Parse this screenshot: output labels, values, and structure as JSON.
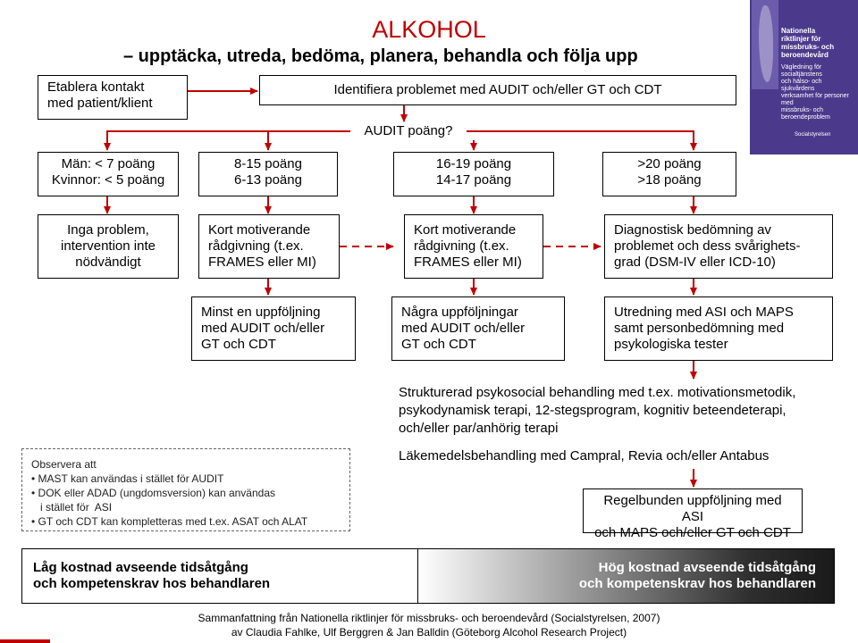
{
  "title": "ALKOHOL",
  "subtitle": "– upptäcka, utreda, bedöma, planera, behandla och följa upp",
  "logo": {
    "title_lines": [
      "Nationella",
      "riktlinjer för",
      "missbruks- och",
      "beroendevård"
    ],
    "sub_lines": [
      "Vägledning för socialtjänstens",
      "och hälso- och sjukvårdens",
      "verksamhet för personer med",
      "missbruks- och beroendeproblem"
    ],
    "publisher": "Socialstyrelsen"
  },
  "row1": {
    "contact": [
      "Etablera kontakt",
      "med patient/klient"
    ],
    "identify": "Identifiera problemet med AUDIT och/eller GT och CDT"
  },
  "audit_label": "AUDIT poäng?",
  "scores": {
    "a": [
      "Män: < 7 poäng",
      "Kvinnor: < 5 poäng"
    ],
    "b": [
      "8-15 poäng",
      "6-13 poäng"
    ],
    "c": [
      "16-19 poäng",
      "14-17 poäng"
    ],
    "d": [
      ">20 poäng",
      ">18 poäng"
    ]
  },
  "actions": {
    "a": [
      "Inga problem,",
      "intervention inte",
      "nödvändigt"
    ],
    "b": [
      "Kort motiverande",
      "rådgivning (t.ex.",
      "FRAMES eller MI)"
    ],
    "c": [
      "Kort motiverande",
      "rådgivning (t.ex.",
      "FRAMES eller MI)"
    ],
    "d": [
      "Diagnostisk bedömning av",
      "problemet och dess svårighets-",
      "grad (DSM-IV eller ICD-10)"
    ]
  },
  "followups": {
    "b": [
      "Minst en uppföljning",
      "med AUDIT och/eller",
      "GT och CDT"
    ],
    "c": [
      "Några uppföljningar",
      "med AUDIT och/eller",
      "GT och CDT"
    ],
    "d": [
      "Utredning med ASI och MAPS",
      "samt personbedömning med",
      "psykologiska tester"
    ]
  },
  "treatment": {
    "psychosocial": [
      "Strukturerad psykosocial behandling med t.ex. motivationsmetodik,",
      "psykodynamisk terapi, 12-stegsprogram, kognitiv beteendeterapi,",
      "och/eller par/anhörig terapi"
    ],
    "medication": "Läkemedelsbehandling med Campral, Revia och/eller Antabus",
    "regular_followup": [
      "Regelbunden uppföljning med ASI",
      "och MAPS och/eller GT och CDT"
    ]
  },
  "note": {
    "heading": "Observera att",
    "lines": [
      "• MAST kan användas i stället för AUDIT",
      "• DOK eller ADAD (ungdomsversion) kan användas",
      "   i stället för  ASI",
      "• GT och CDT kan kompletteras med t.ex. ASAT och ALAT"
    ]
  },
  "cost": {
    "low": [
      "Låg kostnad avseende tidsåtgång",
      "och kompetenskrav hos behandlaren"
    ],
    "high": [
      "Hög kostnad avseende tidsåtgång",
      "och kompetenskrav hos behandlaren"
    ]
  },
  "footer": [
    "Sammanfattning från Nationella riktlinjer för missbruks- och beroendevård (Socialstyrelsen, 2007)",
    "av Claudia Fahlke, Ulf Berggren & Jan Balldin (Göteborg Alcohol Research Project)"
  ],
  "colors": {
    "title": "#c00000",
    "arrow": "#c00000",
    "logo_bg": "#4b3a8c"
  }
}
